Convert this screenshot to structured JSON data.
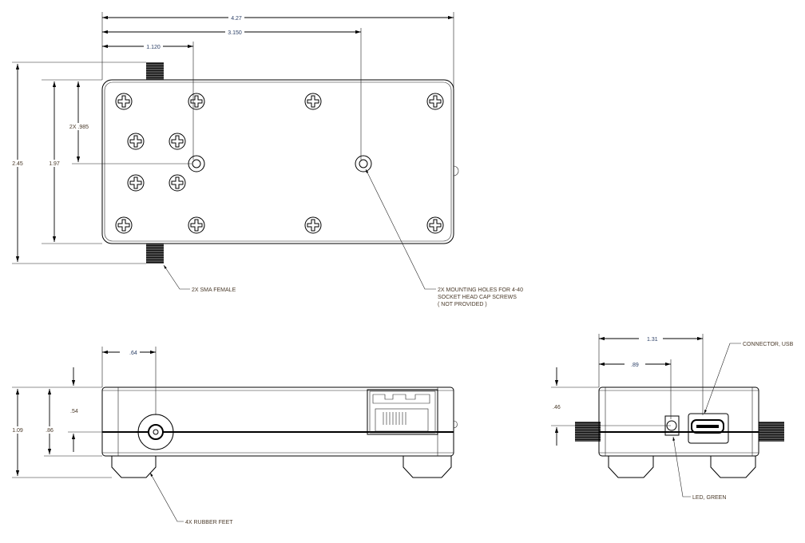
{
  "top_view": {
    "dims": {
      "overall_length": "4.27",
      "hole2_x": "3.150",
      "hole1_x": "1.120",
      "hole_y": "2X .985",
      "overall_height": "2.45",
      "body_height": "1.97"
    },
    "callouts": {
      "sma": "2X SMA FEMALE",
      "mounting_1": "2X MOUNTING HOLES FOR 4-40",
      "mounting_2": "SOCKET HEAD CAP SCREWS",
      "mounting_3": "( NOT PROVIDED )"
    }
  },
  "front_view": {
    "dims": {
      "jack_x": ".64",
      "overall_height": "1.09",
      "body_height": ".86",
      "jack_y": ".54"
    },
    "callouts": {
      "feet": "4X RUBBER FEET"
    }
  },
  "side_view": {
    "dims": {
      "usb_x": "1.31",
      "led_x": ".89",
      "led_y": ".46"
    },
    "callouts": {
      "usb": "CONNECTOR, USB",
      "led": "LED, GREEN"
    }
  }
}
